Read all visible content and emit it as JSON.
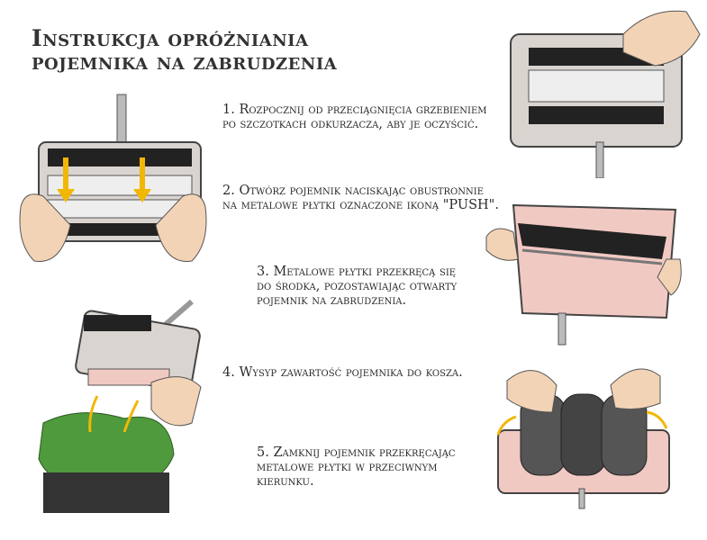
{
  "title": {
    "line1": "Instrukcja opróżniania",
    "line2": "pojemnika na zabrudzenia"
  },
  "steps": [
    {
      "lines": [
        "1. Rozpocznij od przeciągnięcia grzebieniem",
        "po szczotkach odkurzacza, aby je oczyścić."
      ]
    },
    {
      "lines": [
        "2. Otwórz pojemnik naciskając obustronnie",
        "na metalowe płytki oznaczone ikoną \"PUSH\"."
      ]
    },
    {
      "lines": [
        "3. Metalowe płytki przekręcą się",
        "do środka, pozostawiając otwarty",
        "pojemnik na zabrudzenia."
      ]
    },
    {
      "lines": [
        "4. Wysyp zawartość pojemnika do kosza."
      ]
    },
    {
      "lines": [
        "5. Zamknij pojemnik przekręcając",
        "metalowe płytki w przeciwnym",
        "kierunku."
      ]
    }
  ],
  "colors": {
    "arrow": "#f2b705",
    "skin": "#f3d3b6",
    "bin": "#d9d4cf",
    "brush": "#1e1e1e",
    "bag": "#4e9a3c",
    "pink": "#f1c9c3"
  }
}
